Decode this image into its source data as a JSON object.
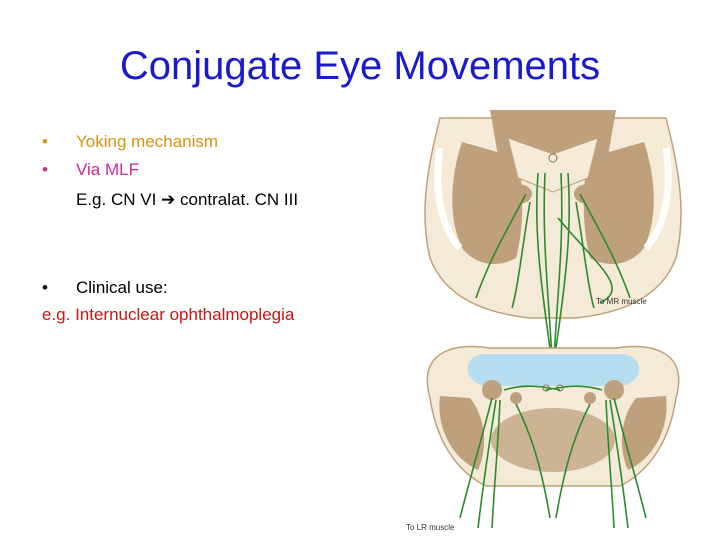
{
  "slide": {
    "title": "Conjugate Eye Movements",
    "bullets": [
      {
        "marker": "•",
        "text": "Yoking mechanism",
        "color": "#d89410"
      },
      {
        "marker": "•",
        "text": "Via MLF",
        "color": "#cc2a9e"
      }
    ],
    "example": {
      "text": "E.g. CN VI ➔ contralat. CN III",
      "color": "#000000"
    },
    "clinical": {
      "marker": "•",
      "text": "Clinical use:",
      "color": "#000000"
    },
    "clinical_example": {
      "text": "e.g. Internuclear ophthalmoplegia",
      "color": "#c81414"
    }
  },
  "figure": {
    "label_mr": "To MR muscle",
    "label_lr": "To LR muscle",
    "colors": {
      "tissue_light": "#f4ead7",
      "tissue_dark": "#bfa07c",
      "fiber": "#2e8a2e",
      "nucleus_blue": "#b6dcf0"
    }
  }
}
